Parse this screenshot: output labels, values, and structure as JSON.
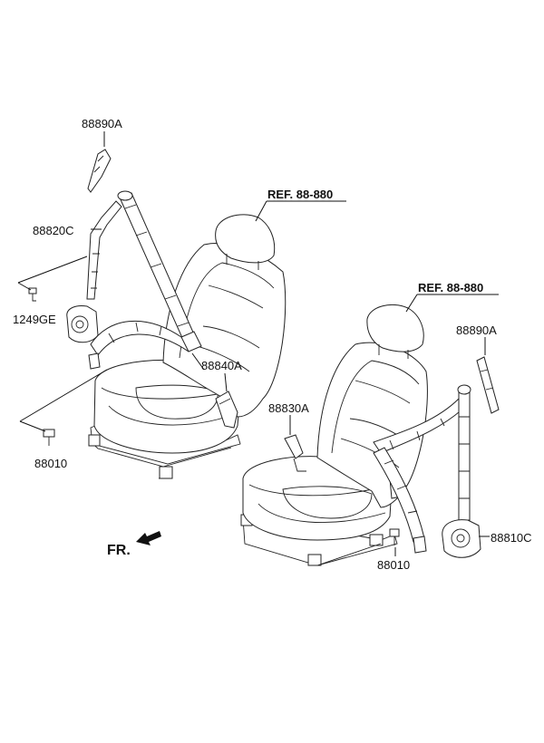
{
  "diagram": {
    "labels": {
      "guide_left": "88890A",
      "retractor_left": "88820C",
      "bolt_small": "1249GE",
      "bolt_left": "88010",
      "buckle_left": "88840A",
      "ref_left": "REF. 88-880",
      "ref_right": "REF. 88-880",
      "buckle_right": "88830A",
      "guide_right": "88890A",
      "retractor_right": "88810C",
      "bolt_right": "88010",
      "front": "FR."
    }
  }
}
